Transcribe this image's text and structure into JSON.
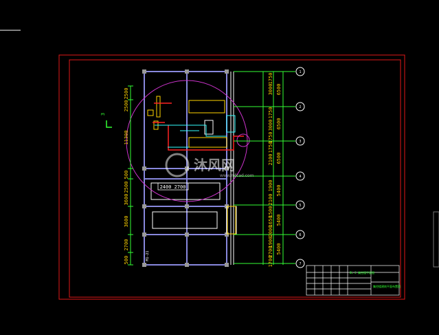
{
  "drawing": {
    "left_dims": [
      "2500",
      "2500",
      "11300",
      "500",
      "2500",
      "3600",
      "3600",
      "2700",
      "500"
    ],
    "right_dims_inner": [
      "1750",
      "3000",
      "1750",
      "3000",
      "1750",
      "1750",
      "2100",
      "1900",
      "2100",
      "1500",
      "1650",
      "2000",
      "1900",
      "2700",
      "1700"
    ],
    "right_dims_outer": [
      "6500",
      "6500",
      "6500",
      "5400",
      "5400",
      "5400"
    ],
    "room_dims": [
      "2400",
      "2700"
    ],
    "axis_labels": [
      "1",
      "2",
      "3",
      "4",
      "5",
      "6",
      "7"
    ],
    "section_mark": "3",
    "small_label": "M1-21"
  },
  "watermark": {
    "text": "沐风网",
    "url": "www.mfcad.com"
  },
  "title_block": {
    "green_top": "DL-2 集控楼平面图",
    "green_bottom": "集控楼建筑平面布置图"
  },
  "colors": {
    "frame": "#e01919",
    "wall": "#8888dd",
    "dimension": "#ffd400",
    "axis": "#33ff33",
    "circle": "#cc33cc",
    "cyan": "#33ffff"
  }
}
